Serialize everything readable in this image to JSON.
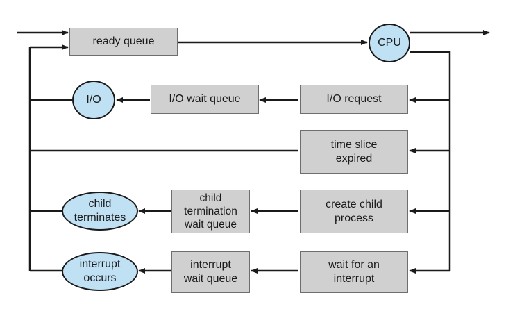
{
  "diagram": {
    "ready_queue": "ready queue",
    "cpu": "CPU",
    "io_request": "I/O request",
    "io_wait_queue": "I/O wait queue",
    "io": "I/O",
    "time_slice_expired": "time slice\nexpired",
    "create_child_process": "create child\nprocess",
    "child_termination_wait_queue": "child\ntermination\nwait queue",
    "child_terminates": "child\nterminates",
    "wait_for_interrupt": "wait for an\ninterrupt",
    "interrupt_wait_queue": "interrupt\nwait queue",
    "interrupt_occurs": "interrupt\noccurs"
  },
  "colors": {
    "queue_fill": "#d0d0d0",
    "queue_border": "#6e6e6e",
    "event_fill": "#bfe1f3",
    "line": "#1a1a1a"
  }
}
